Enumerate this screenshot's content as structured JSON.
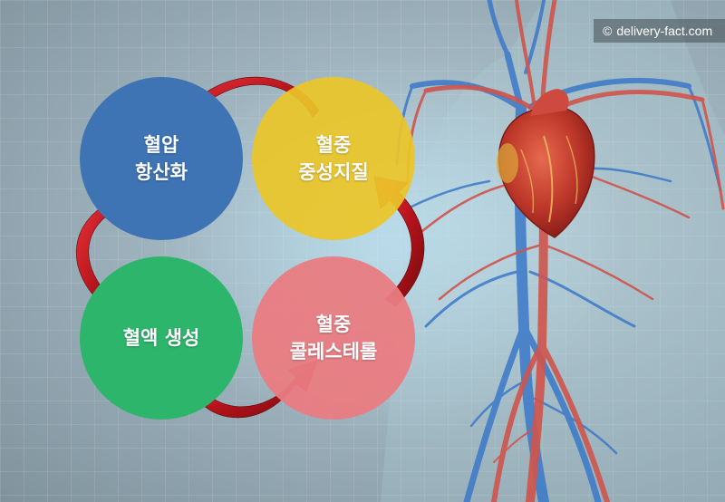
{
  "watermark": {
    "icon": "copyright-icon",
    "icon_char": "©",
    "text": "delivery-fact.com"
  },
  "circles": {
    "blood_pressure": {
      "line1": "혈압",
      "line2": "항산화",
      "color": "#3e73b4"
    },
    "triglyceride": {
      "line1": "혈중",
      "line2": "중성지질",
      "color": "#ecc528"
    },
    "blood_clot": {
      "line1": "혈액 생성",
      "color": "#2db56c"
    },
    "cholesterol": {
      "line1": "혈중",
      "line2": "콜레스테롤",
      "color": "#e97c82"
    }
  },
  "arrow_color": "#b3121a"
}
